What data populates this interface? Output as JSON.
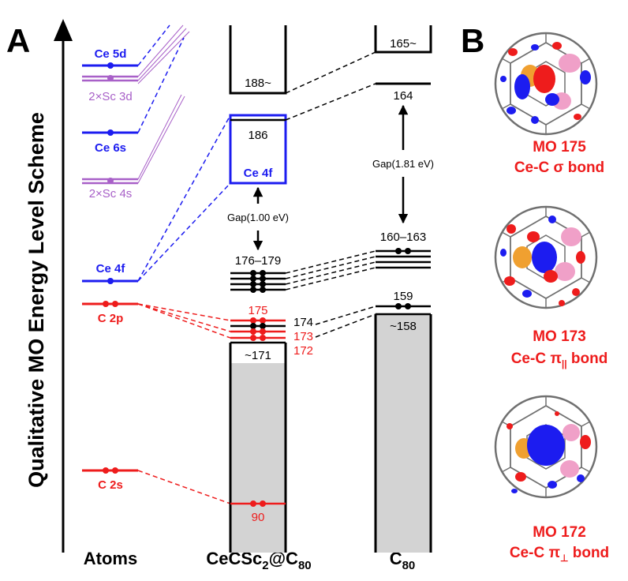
{
  "colors": {
    "blue": "#1c1cf0",
    "red": "#ee1c1c",
    "purple": "#a860c8",
    "black": "#000000",
    "gray_fill": "#d3d3d3",
    "gray_cage": "#707070",
    "pink": "#f0a0c8",
    "orange": "#f0a030"
  },
  "panel_labels": {
    "a": "A",
    "b": "B"
  },
  "y_axis_label": "Qualitative MO Energy Level Scheme",
  "columns": {
    "atoms": "Atoms",
    "complex": {
      "prefix": "CeCSc",
      "sub1": "2",
      "mid": "@C",
      "sub2": "80"
    },
    "c80": {
      "prefix": "C",
      "sub": "80"
    }
  },
  "atoms_levels": {
    "ce5d": "Ce 5d",
    "sc3d": "2×Sc 3d",
    "ce6s": "Ce 6s",
    "sc4s": "2×Sc 4s",
    "ce4f": "Ce 4f",
    "c2p": "C 2p",
    "c2s": "C 2s"
  },
  "complex_levels": {
    "top": "188~",
    "f_block_num": "186",
    "f_block_label": "Ce 4f",
    "gap": "Gap(1.00 eV)",
    "homo_group": "176–179",
    "mo175": "175",
    "mo174": "174",
    "mo173": "173",
    "mo172": "172",
    "bottom": "~171",
    "mo90": "90"
  },
  "c80_levels": {
    "top": "165~",
    "lumo": "164",
    "gap": "Gap(1.81 eV)",
    "homo_group": "160–163",
    "mo159": "159",
    "bottom": "~158"
  },
  "orbitals": [
    {
      "title": "MO 175",
      "bond_prefix": "Ce-C ",
      "bond_symbol": "σ",
      "bond_sub": "",
      "bond_suffix": " bond"
    },
    {
      "title": "MO 173",
      "bond_prefix": "Ce-C ",
      "bond_symbol": "π",
      "bond_sub": "||",
      "bond_suffix": " bond"
    },
    {
      "title": "MO 172",
      "bond_prefix": "Ce-C ",
      "bond_symbol": "π",
      "bond_sub": "⊥",
      "bond_suffix": " bond"
    }
  ]
}
